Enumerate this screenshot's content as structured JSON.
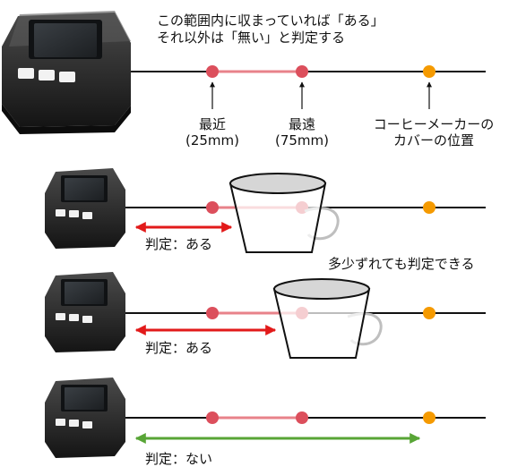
{
  "header": {
    "line1": "この範囲内に収まっていれば「ある」",
    "line2": "それ以外は「無い」と判定する"
  },
  "labels": {
    "nearest": {
      "title": "最近",
      "value": "(25mm)"
    },
    "farthest": {
      "title": "最遠",
      "value": "(75mm)"
    },
    "cover": {
      "line1": "コーヒーメーカーの",
      "line2": "カバーの位置"
    }
  },
  "tolerance_note": "多少ずれても判定できる",
  "scenarios": [
    {
      "result": "判定：ある"
    },
    {
      "result": "判定：ある"
    },
    {
      "result": "判定：ない"
    }
  ],
  "colors": {
    "red_marker": "#dc4f5c",
    "range_line": "#e8828a",
    "orange_marker": "#f59a00",
    "red_arrow": "#e21a1a",
    "green_arrow": "#58a536"
  },
  "icons": {
    "device": "m5stack-device-icon",
    "cup": "cup-icon"
  }
}
